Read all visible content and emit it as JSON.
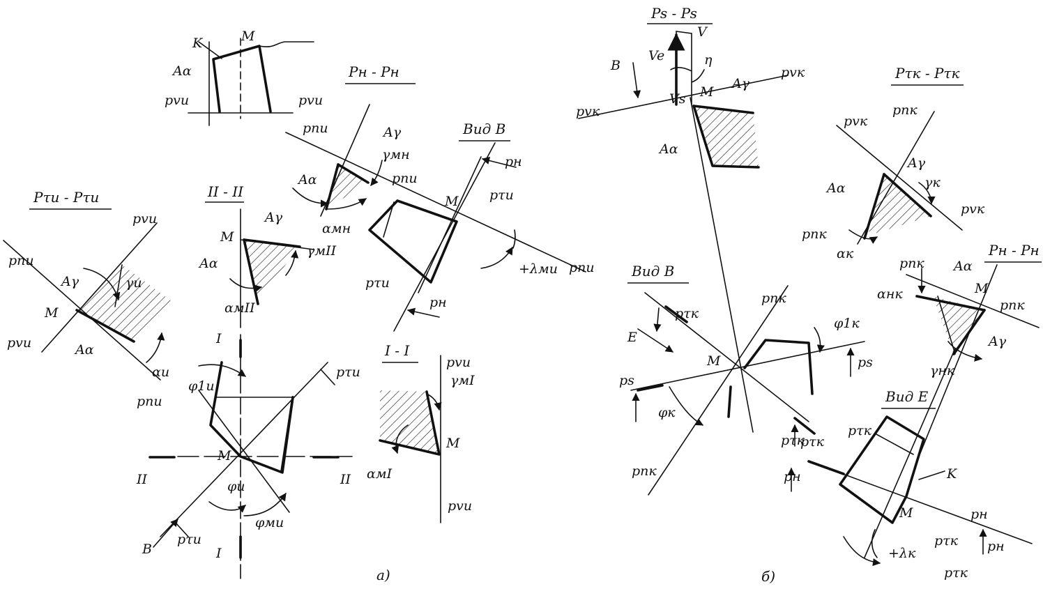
{
  "diagram": {
    "panel_a_caption": "а)",
    "panel_b_caption": "б)",
    "titles": {
      "a_main_section": "Pн - Pн",
      "a_view_b": "Вид В",
      "a_section_tau": "Pτи - Pτи",
      "a_section_2": "II - II",
      "a_section_1": "I - I",
      "b_section_s": "Ps - Ps",
      "b_section_tau": "Pτк - Pτк",
      "b_view_b": "Вид В",
      "b_section_n": "Pн - Pн",
      "b_view_e": "Вид Е"
    },
    "labels_a": {
      "K": "K",
      "M": "M",
      "A_alpha": "Aα",
      "A_gamma": "Aγ",
      "p_vi": "pvи",
      "p_pi": "pпи",
      "p_tau_i": "pτи",
      "p_n": "pн",
      "gamma_mn": "γмн",
      "alpha_mn": "αмн",
      "lambda_mi": "+λми",
      "gamma_i": "γи",
      "alpha_i": "αи",
      "gamma_m2": "γмII",
      "alpha_m2": "αмII",
      "phi_1i": "φ1и",
      "phi_i": "φи",
      "phi_mi": "φми",
      "gamma_m1": "γмI",
      "alpha_m1": "αмI",
      "roman_1": "I",
      "roman_2": "II",
      "B": "B"
    },
    "labels_b": {
      "V": "V",
      "Ve": "Ve",
      "Vs": "Vs",
      "eta": "η",
      "B": "B",
      "E": "E",
      "M": "M",
      "K": "K",
      "A_alpha": "Aα",
      "A_gamma": "Aγ",
      "p_vk": "pvк",
      "p_pk": "pпк",
      "p_tau_k": "pτк",
      "p_s": "ps",
      "p_n": "pн",
      "gamma_k": "γк",
      "alpha_k": "αк",
      "phi_1k": "φ1к",
      "phi_k": "φк",
      "alpha_nk": "αнк",
      "gamma_nk": "γнк",
      "lambda_k": "+λк"
    }
  }
}
